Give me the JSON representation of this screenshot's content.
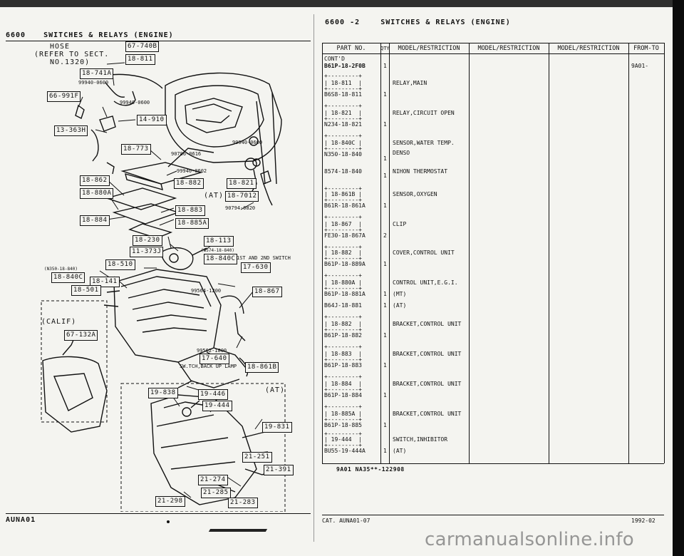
{
  "left_page": {
    "page_code": "6600",
    "title": "SWITCHES & RELAYS (ENGINE)",
    "footer_code": "AUNA01",
    "callouts": {
      "hose": "HOSE",
      "refer": "(REFER TO SECT.",
      "refer_no": "NO.1320)",
      "c67_740b": "67-740B",
      "c18_811": "18-811",
      "c18_741a": "18-741A",
      "c99940_0600a": "99940-0600",
      "c66_991f": "66-991F",
      "c99940_0600b": "99940-0600",
      "c14_910": "14-910",
      "c13_363h": "13-363H",
      "c99940_0600c": "99940-0600",
      "c18_773": "18-773",
      "c90786_0616": "90786-0616",
      "c99940_0602": "99940-0602",
      "c18_862": "18-862",
      "c18_882": "18-882",
      "c18_821": "18-821",
      "c18_880a": "18-880A",
      "at_label": "(AT)",
      "c18_7012": "18-7012",
      "c90794_0820": "90794-0820",
      "c18_883": "18-883",
      "c18_884": "18-884",
      "c18_885a": "18-885A",
      "c18_230": "18-230",
      "c18_113": "18-113",
      "c11_373j": "11-373J",
      "c8574_note": "(8574-18-840)",
      "c18_840c": "18-840C",
      "switch_note": "1ST AND 2ND SWITCH",
      "c17_630": "17-630",
      "n350_note": "(N350-18-840)",
      "c18_510": "18-510",
      "c18_840c_b": "18-840C",
      "c18_141": "18-141",
      "c18_501": "18-501",
      "c99564_1200": "99564-1200",
      "c18_867": "18-867",
      "calif": "(CALIF)",
      "c67_132a": "67-132A",
      "c99562_1800": "99562-1800",
      "c17_640": "17-640",
      "backup_note": "SW.TCH,BACK UP LAMP",
      "c18_861b": "18-861B",
      "c19_838": "19-838",
      "c19_446": "19-446",
      "at_label2": "(AT)",
      "c19_444": "19-444",
      "c19_831": "19-831",
      "c21_251": "21-251",
      "c21_391": "21-391",
      "c21_274": "21-274",
      "c21_285": "21-285",
      "c21_298": "21-298",
      "c21_283": "21-283"
    }
  },
  "right_page": {
    "page_code": "6600 -2",
    "title": "SWITCHES & RELAYS (ENGINE)",
    "columns": [
      "PART NO.",
      "QTY",
      "MODEL/RESTRICTION",
      "MODEL/RESTRICTION",
      "MODEL/RESTRICTION",
      "FROM-TO"
    ],
    "cont_label": "CONT'D",
    "rows": [
      {
        "part": "B61P-18-2F0B",
        "qty": "1",
        "desc": "",
        "from": "9A01-"
      },
      {
        "ref": "18-811",
        "part": "B6S8-18-811",
        "qty": "1",
        "desc": "RELAY,MAIN"
      },
      {
        "ref": "18-821",
        "part": "N234-18-821",
        "qty": "1",
        "desc": "RELAY,CIRCUIT OPEN"
      },
      {
        "ref": "18-840C",
        "part": "N350-18-840",
        "qty": "1",
        "desc": "SENSOR,WATER TEMP.",
        "desc2": "DENSO"
      },
      {
        "part": "8574-18-840",
        "qty": "1",
        "desc": "NIHON THERMOSTAT"
      },
      {
        "ref": "18-861B",
        "part": "B61R-18-861A",
        "qty": "1",
        "desc": "SENSOR,OXYGEN"
      },
      {
        "ref": "18-867",
        "part": "FE30-18-867A",
        "qty": "2",
        "desc": "CLIP"
      },
      {
        "ref": "18-882",
        "part": "B61P-18-889A",
        "qty": "1",
        "desc": "COVER,CONTROL UNIT"
      },
      {
        "ref": "18-880A",
        "part": "B61P-18-881A",
        "qty": "1",
        "desc": "CONTROL UNIT,E.G.I.",
        "desc_note": "(MT)"
      },
      {
        "part": "B64J-18-881",
        "qty": "1",
        "desc": "(AT)"
      },
      {
        "ref": "18-882",
        "part": "B61P-18-882",
        "qty": "1",
        "desc": "BRACKET,CONTROL UNIT"
      },
      {
        "ref": "18-883",
        "part": "B61P-18-883",
        "qty": "1",
        "desc": "BRACKET,CONTROL UNIT"
      },
      {
        "ref": "18-884",
        "part": "B61P-18-884",
        "qty": "1",
        "desc": "BRACKET,CONTROL UNIT"
      },
      {
        "ref": "18-885A",
        "part": "B61P-18-885",
        "qty": "1",
        "desc": "BRACKET,CONTROL UNIT"
      },
      {
        "ref": "19-444",
        "part": "BU55-19-444A",
        "qty": "1",
        "desc": "SWITCH,INHIBITOR",
        "desc_note": "(AT)"
      }
    ],
    "footnote": "9A01 NA35**-122908",
    "catalog": "CAT. AUNA01-07",
    "date": "1992-02"
  },
  "watermark": "carmanualsonline.info"
}
